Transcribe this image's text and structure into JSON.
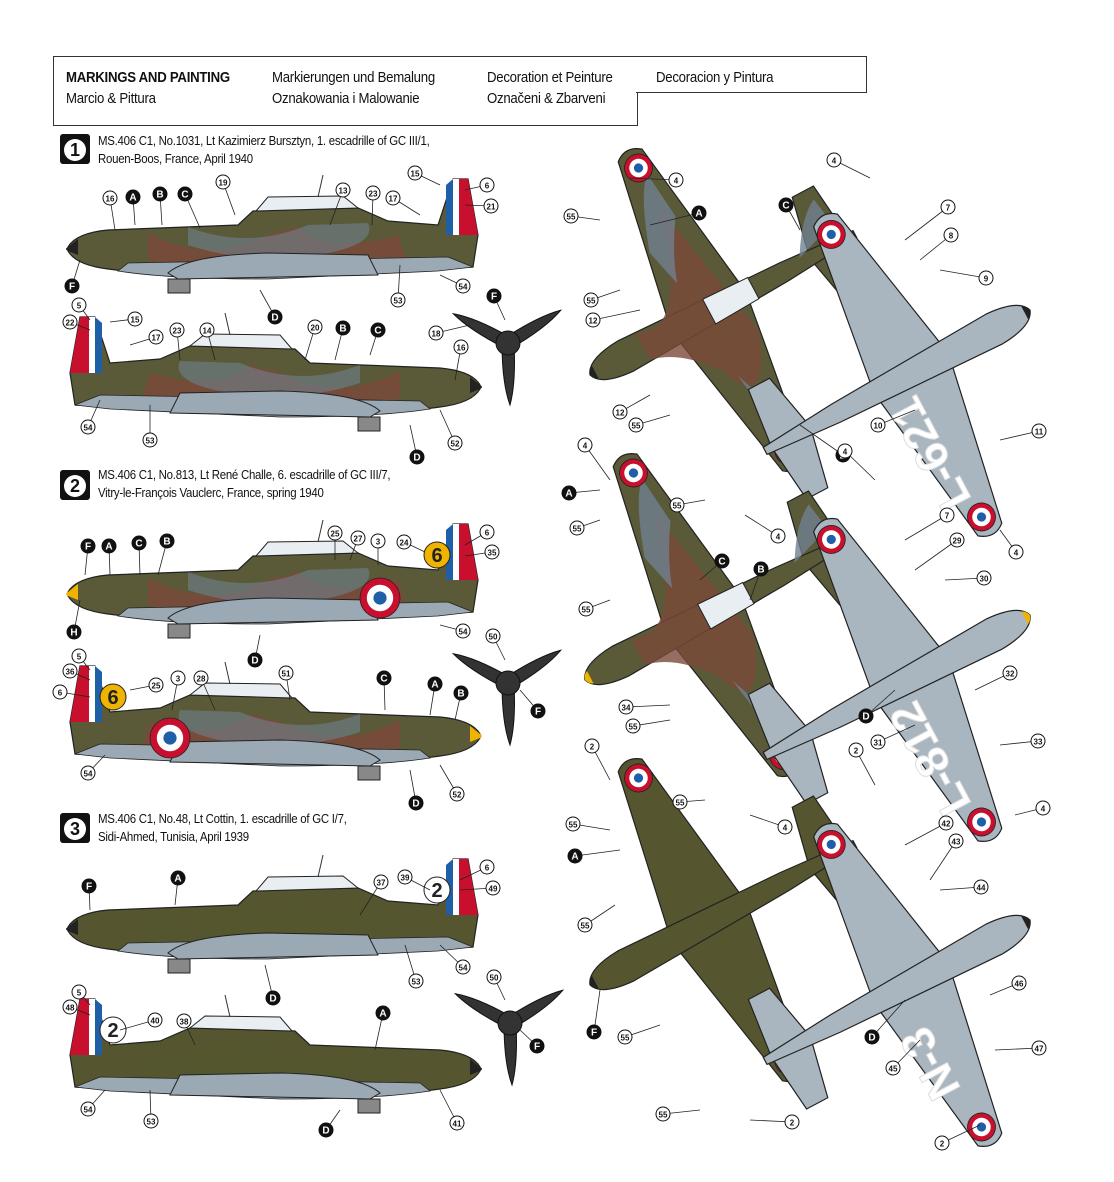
{
  "header": {
    "title_en": "MARKINGS AND PAINTING",
    "title_de": "Markierungen und Bemalung",
    "title_fr": "Decoration et Peinture",
    "title_es": "Decoracion y Pintura",
    "title_it": "Marcio & Pittura",
    "title_pl": "Oznakowania i Malowanie",
    "title_cz": "Označeni & Zbarveni"
  },
  "schemes": [
    {
      "number": "1",
      "line1": "MS.406 C1, No.1031, Lt Kazimierz Bursztyn, 1. escadrille of GC III/1,",
      "line2": "Rouen-Boos, France, April 1940",
      "camo": [
        "#5a5a38",
        "#7a4a3a",
        "#6f8090"
      ],
      "under": "#9aa9b4"
    },
    {
      "number": "2",
      "line1": "MS.406 C1, No.813, Lt René Challe, 6. escadrille of GC III/7,",
      "line2": "Vitry-le-François Vauclerc, France, spring 1940",
      "camo": [
        "#5a5a38",
        "#7a4a3a",
        "#6f8090"
      ],
      "under": "#9aa9b4",
      "code": "6"
    },
    {
      "number": "3",
      "line1": "MS.406 C1, No.48, Lt Cottin, 1. escadrille of GC I/7,",
      "line2": "Sidi-Ahmed, Tunisia, April 1939",
      "camo": [
        "#55562f",
        "#55562f",
        "#55562f"
      ],
      "under": "#9aa9b4",
      "code": "2"
    }
  ],
  "underside_codes": [
    "L-621",
    "L-812",
    "N-3",
    "L-6"
  ],
  "colors": {
    "roundel_blue": "#1f5fa8",
    "roundel_red": "#c8102e",
    "underside": "#a9b6bf",
    "olive": "#55562f",
    "brown": "#7a4a3a",
    "grey": "#6f8090",
    "spinner_yellow": "#f0b400"
  },
  "callouts": {
    "s1_left": [
      "16",
      "A",
      "B",
      "C",
      "19",
      "13",
      "23",
      "17",
      "15",
      "6",
      "21",
      "54",
      "53",
      "D",
      "F"
    ],
    "s1_right": [
      "5",
      "22",
      "15",
      "17",
      "23",
      "14",
      "20",
      "B",
      "C",
      "16",
      "52",
      "D",
      "53",
      "54"
    ],
    "s2_left": [
      "F",
      "A",
      "C",
      "B",
      "25",
      "27",
      "3",
      "24",
      "6",
      "35",
      "54",
      "D",
      "H"
    ],
    "s2_right": [
      "5",
      "36",
      "6",
      "25",
      "3",
      "28",
      "51",
      "C",
      "A",
      "B",
      "52",
      "D",
      "54"
    ],
    "s3_left": [
      "F",
      "A",
      "37",
      "39",
      "6",
      "49",
      "54",
      "53",
      "D"
    ],
    "s3_right": [
      "5",
      "48",
      "40",
      "38",
      "A",
      "41",
      "D",
      "53",
      "54"
    ],
    "props": [
      "F",
      "18",
      "50",
      "F",
      "50",
      "F"
    ],
    "top1": [
      "4",
      "A",
      "C",
      "55",
      "55",
      "12",
      "12",
      "55",
      "55",
      "4"
    ],
    "bot1": [
      "4",
      "7",
      "8",
      "9",
      "10",
      "11",
      "4",
      "D"
    ],
    "top2": [
      "4",
      "A",
      "55",
      "C",
      "B",
      "55",
      "34",
      "55",
      "55",
      "4"
    ],
    "bot2": [
      "4",
      "7",
      "29",
      "30",
      "32",
      "33",
      "31",
      "4",
      "D"
    ],
    "top3": [
      "2",
      "55",
      "A",
      "55",
      "F",
      "55",
      "55",
      "2"
    ],
    "bot3": [
      "2",
      "42",
      "43",
      "44",
      "46",
      "47",
      "45",
      "2",
      "D"
    ]
  }
}
